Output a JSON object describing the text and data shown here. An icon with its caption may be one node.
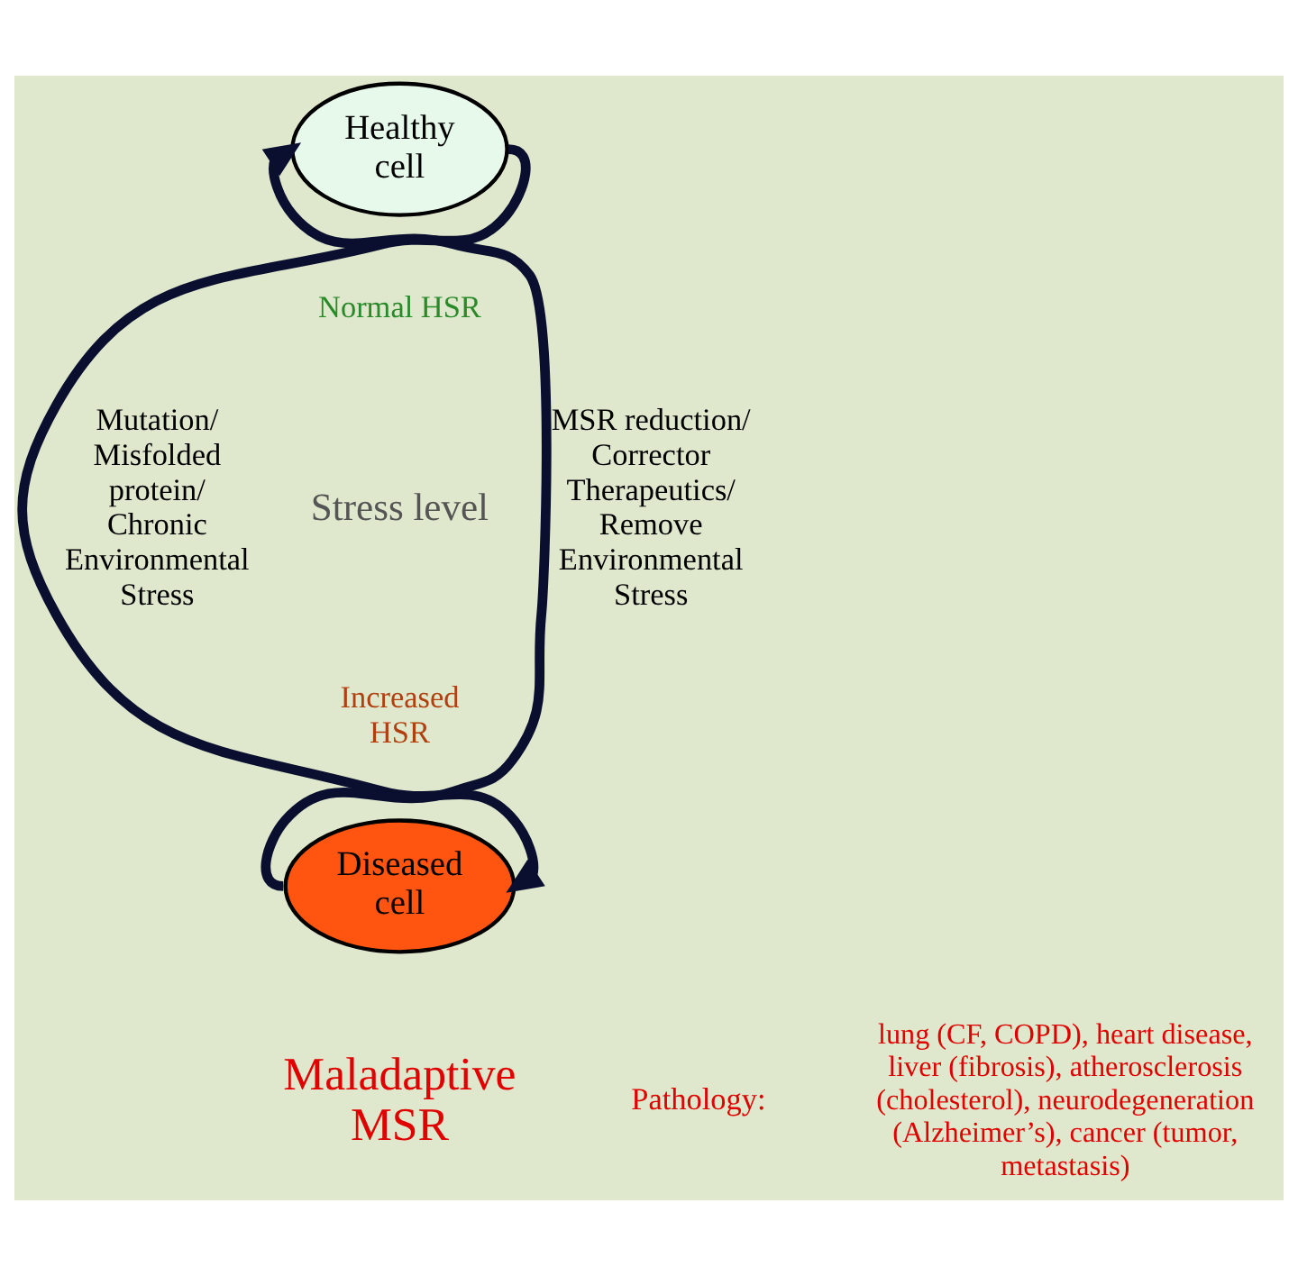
{
  "diagram": {
    "nodes": [
      {
        "text": [
          "Healthy cell"
        ]
      },
      {
        "text": [
          "Diseased cell"
        ]
      }
    ],
    "edges": [
      {
        "from": 0,
        "to": 1,
        "arrow": "to",
        "label": "Mutation/ Misfolded protein/ Chronic Environmental Stress"
      },
      {
        "from": 1,
        "to": 0,
        "arrow": "to",
        "label": "MSR reduction/ Corrector Therapeutics/ Remove Environmental Stress"
      }
    ],
    "labels": [
      "Normal HSR",
      "Stress level",
      "Increased HSR",
      "Maladaptive MSR",
      "Pathology:",
      "lung (CF, COPD), heart disease, liver (fibrosis), atherosclerosis (cholesterol), neurodegeneration (Alzheimer’s), cancer (tumor, metastasis)"
    ]
  }
}
